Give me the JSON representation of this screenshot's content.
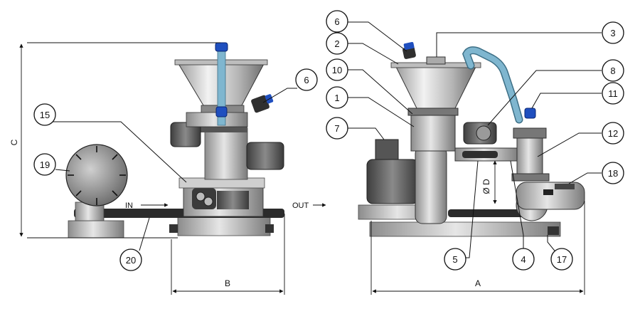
{
  "callouts_left": [
    "6",
    "15",
    "19",
    "20"
  ],
  "callouts_right": [
    "6",
    "2",
    "10",
    "1",
    "7",
    "3",
    "8",
    "11",
    "12",
    "18",
    "5",
    "4",
    "17"
  ],
  "dimensions": {
    "a": "A",
    "b": "B",
    "c": "C",
    "d": "Ø D"
  },
  "flow": {
    "in": "IN",
    "out": "OUT"
  },
  "colors": {
    "steel_light": "#d9d9d9",
    "steel_mid": "#a6a6a6",
    "steel_dark": "#5a5a5a",
    "pipe": "#2b2b2b",
    "hose": "#7fb6cf",
    "sensor_blue": "#1f4fbf"
  }
}
